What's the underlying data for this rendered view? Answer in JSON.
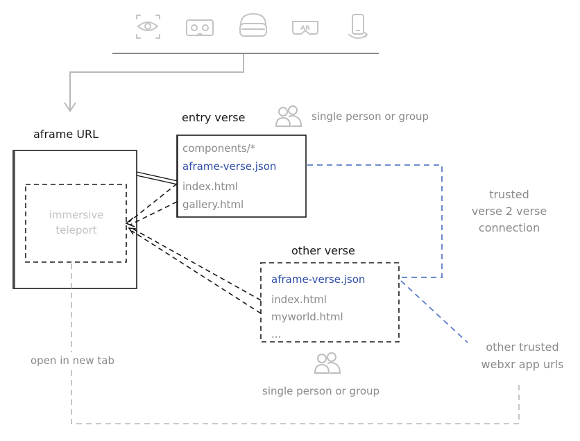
{
  "device_icons": [
    "eye-scan-icon",
    "cardboard-vr-icon",
    "vr-headset-icon",
    "ar-glasses-icon",
    "phone-rotate-icon"
  ],
  "labels": {
    "aframe_url": "aframe URL",
    "immersive_line1": "immersive",
    "immersive_line2": "teleport",
    "entry_verse": "entry verse",
    "entry_group": "single person or group",
    "other_verse": "other verse",
    "other_group": "single person or group",
    "trusted_line1": "trusted",
    "trusted_line2": "verse 2 verse",
    "trusted_line3": "connection",
    "other_apps_line1": "other trusted",
    "other_apps_line2": "webxr app urls",
    "open_new_tab": "open in new tab"
  },
  "entry_files": {
    "components": "components/*",
    "manifest": "aframe-verse.json",
    "index": "index.html",
    "gallery": "gallery.html"
  },
  "other_files": {
    "manifest": "aframe-verse.json",
    "index": "index.html",
    "myworld": "myworld.html",
    "more": "..."
  },
  "colors": {
    "ink": "#1a1a1a",
    "gray": "#8a8a8a",
    "light_gray": "#c2c2c2",
    "blue": "#2f4fa8",
    "dashed_blue": "#5b7cc9"
  }
}
